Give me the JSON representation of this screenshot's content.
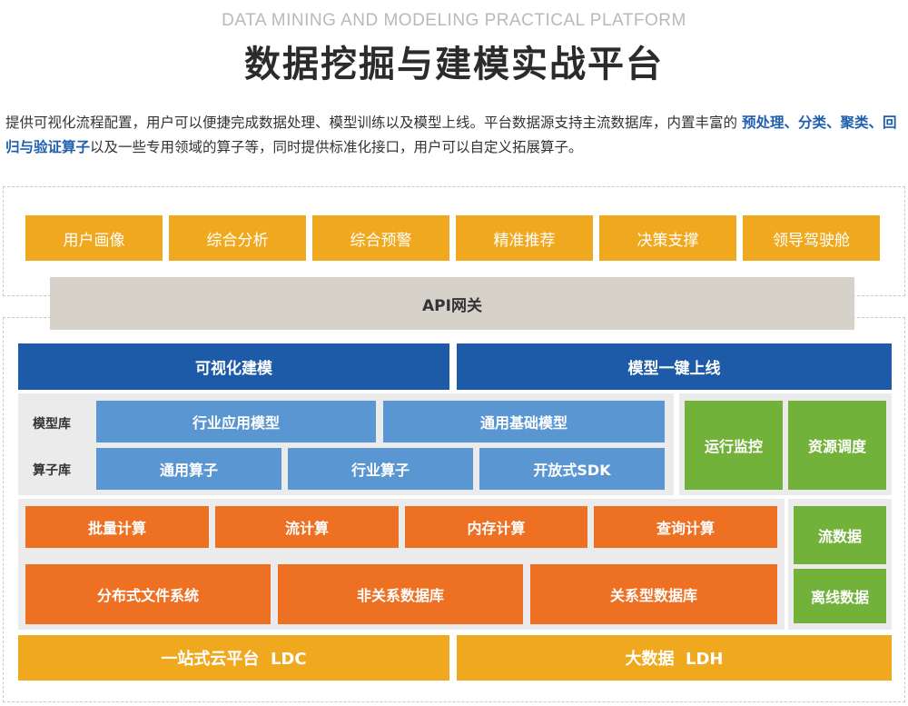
{
  "header": {
    "subtitle_en": "DATA MINING AND MODELING PRACTICAL PLATFORM",
    "title": "数据挖掘与建模实战平台"
  },
  "description": {
    "part1": "提供可视化流程配置，用户可以便捷完成数据处理、模型训练以及模型上线。平台数据源支持主流数据库，内置丰富的 ",
    "highlight": "预处理、分类、聚类、回归与验证算子",
    "part2": "以及一些专用领域的算子等，同时提供标准化接口，用户可以自定义拓展算子。"
  },
  "application_layer": [
    "用户画像",
    "综合分析",
    "综合预警",
    "精准推荐",
    "决策支撑",
    "领导驾驶舱"
  ],
  "gateway": "API网关",
  "modeling": {
    "left": "可视化建模",
    "right": "模型一键上线"
  },
  "model_library": {
    "label": "模型库",
    "items": [
      "行业应用模型",
      "通用基础模型"
    ]
  },
  "operator_library": {
    "label": "算子库",
    "items": [
      "通用算子",
      "行业算子",
      "开放式SDK"
    ]
  },
  "ops": [
    "运行监控",
    "资源调度"
  ],
  "compute": [
    "批量计算",
    "流计算",
    "内存计算",
    "查询计算"
  ],
  "storage": [
    "分布式文件系统",
    "非关系数据库",
    "关系型数据库"
  ],
  "data_types": [
    "流数据",
    "离线数据"
  ],
  "base": [
    "一站式云平台  LDC",
    "大数据  LDH"
  ],
  "colors": {
    "gold": "#f0a91f",
    "gateway_gray": "#d6d2c9",
    "navy": "#1d5aa7",
    "light_blue": "#5a96d2",
    "green": "#72b23a",
    "orange": "#ee7023",
    "highlight_blue": "#1f5fb0"
  }
}
